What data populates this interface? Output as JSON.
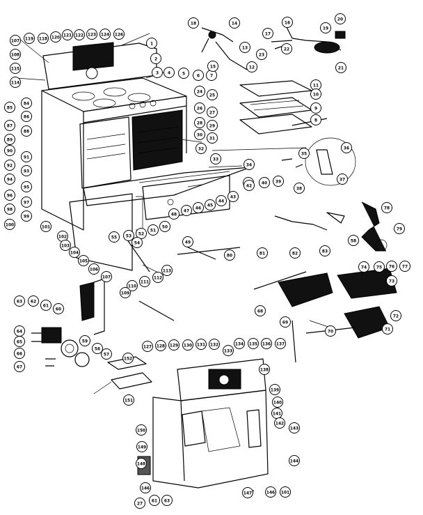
{
  "callouts": [
    {
      "id": "a01",
      "label": "107"
    },
    {
      "id": "a02",
      "label": "119"
    },
    {
      "id": "a03",
      "label": "118"
    },
    {
      "id": "a04",
      "label": "120"
    },
    {
      "id": "a05",
      "label": "121"
    },
    {
      "id": "a06",
      "label": "122"
    },
    {
      "id": "a07",
      "label": "123"
    },
    {
      "id": "a08",
      "label": "124"
    },
    {
      "id": "a09",
      "label": "126"
    },
    {
      "id": "a10",
      "label": "108"
    },
    {
      "id": "a11",
      "label": "1"
    },
    {
      "id": "a12",
      "label": "2"
    },
    {
      "id": "a13",
      "label": "115"
    },
    {
      "id": "a14",
      "label": "3"
    },
    {
      "id": "a15",
      "label": "114"
    },
    {
      "id": "a16",
      "label": "4"
    },
    {
      "id": "a17",
      "label": "5"
    },
    {
      "id": "a18",
      "label": "6"
    },
    {
      "id": "a19",
      "label": "7"
    },
    {
      "id": "a20",
      "label": "24"
    },
    {
      "id": "a21",
      "label": "25"
    },
    {
      "id": "a22",
      "label": "26"
    },
    {
      "id": "a23",
      "label": "27"
    },
    {
      "id": "a24",
      "label": "28"
    },
    {
      "id": "a25",
      "label": "29"
    },
    {
      "id": "a26",
      "label": "30"
    },
    {
      "id": "a27",
      "label": "31"
    },
    {
      "id": "a28",
      "label": "32"
    },
    {
      "id": "a29",
      "label": "85"
    },
    {
      "id": "a30",
      "label": "84"
    },
    {
      "id": "a31",
      "label": "86"
    },
    {
      "id": "a32",
      "label": "87"
    },
    {
      "id": "a33",
      "label": "88"
    },
    {
      "id": "a34",
      "label": "89"
    },
    {
      "id": "a35",
      "label": "90"
    },
    {
      "id": "a36",
      "label": "91"
    },
    {
      "id": "a37",
      "label": "92"
    },
    {
      "id": "a38",
      "label": "93"
    },
    {
      "id": "a39",
      "label": "94"
    },
    {
      "id": "a40",
      "label": "95"
    },
    {
      "id": "a41",
      "label": "96"
    },
    {
      "id": "a42",
      "label": "97"
    },
    {
      "id": "a43",
      "label": "98"
    },
    {
      "id": "a44",
      "label": "99"
    },
    {
      "id": "a45",
      "label": "100"
    },
    {
      "id": "a46",
      "label": "101"
    },
    {
      "id": "a47",
      "label": "102"
    },
    {
      "id": "a48",
      "label": "103"
    },
    {
      "id": "a49",
      "label": "104"
    },
    {
      "id": "a50",
      "label": "105"
    },
    {
      "id": "a51",
      "label": "106"
    },
    {
      "id": "a52",
      "label": "107"
    },
    {
      "id": "a53",
      "label": "110"
    },
    {
      "id": "a54",
      "label": "111"
    },
    {
      "id": "a55",
      "label": "112"
    },
    {
      "id": "a56",
      "label": "113"
    },
    {
      "id": "a57",
      "label": "109"
    },
    {
      "id": "a58",
      "label": "33"
    },
    {
      "id": "a59",
      "label": "34"
    },
    {
      "id": "a60",
      "label": "41"
    },
    {
      "id": "a61",
      "label": "40"
    },
    {
      "id": "a62",
      "label": "39"
    },
    {
      "id": "a63",
      "label": "38"
    },
    {
      "id": "a64",
      "label": "42"
    },
    {
      "id": "a65",
      "label": "43"
    },
    {
      "id": "a66",
      "label": "44"
    },
    {
      "id": "a67",
      "label": "45"
    },
    {
      "id": "a68",
      "label": "46"
    },
    {
      "id": "a69",
      "label": "47"
    },
    {
      "id": "a70",
      "label": "48"
    },
    {
      "id": "a71",
      "label": "50"
    },
    {
      "id": "a72",
      "label": "51"
    },
    {
      "id": "a73",
      "label": "52"
    },
    {
      "id": "a74",
      "label": "53"
    },
    {
      "id": "a75",
      "label": "54"
    },
    {
      "id": "a76",
      "label": "55"
    },
    {
      "id": "a77",
      "label": "49"
    },
    {
      "id": "a78",
      "label": "80"
    },
    {
      "id": "a79",
      "label": "35"
    },
    {
      "id": "a80",
      "label": "36"
    },
    {
      "id": "a81",
      "label": "37"
    },
    {
      "id": "a82",
      "label": "18"
    },
    {
      "id": "a83",
      "label": "14"
    },
    {
      "id": "a84",
      "label": "15"
    },
    {
      "id": "a85",
      "label": "13"
    },
    {
      "id": "a86",
      "label": "12"
    },
    {
      "id": "a87",
      "label": "16"
    },
    {
      "id": "a88",
      "label": "20"
    },
    {
      "id": "a89",
      "label": "17"
    },
    {
      "id": "a90",
      "label": "19"
    },
    {
      "id": "a91",
      "label": "23"
    },
    {
      "id": "a92",
      "label": "22"
    },
    {
      "id": "a93",
      "label": "21"
    },
    {
      "id": "a94",
      "label": "11"
    },
    {
      "id": "a95",
      "label": "10"
    },
    {
      "id": "a96",
      "label": "9"
    },
    {
      "id": "a97",
      "label": "8"
    },
    {
      "id": "a98",
      "label": "81"
    },
    {
      "id": "a99",
      "label": "82"
    },
    {
      "id": "b01",
      "label": "83"
    },
    {
      "id": "b02",
      "label": "58"
    },
    {
      "id": "b03",
      "label": "78"
    },
    {
      "id": "b04",
      "label": "79"
    },
    {
      "id": "b05",
      "label": "75"
    },
    {
      "id": "b06",
      "label": "76"
    },
    {
      "id": "b07",
      "label": "77"
    },
    {
      "id": "b08",
      "label": "74"
    },
    {
      "id": "b09",
      "label": "73"
    },
    {
      "id": "b10",
      "label": "68"
    },
    {
      "id": "b11",
      "label": "69"
    },
    {
      "id": "b12",
      "label": "70"
    },
    {
      "id": "b13",
      "label": "71"
    },
    {
      "id": "b14",
      "label": "72"
    },
    {
      "id": "b15",
      "label": "63"
    },
    {
      "id": "b16",
      "label": "62"
    },
    {
      "id": "b17",
      "label": "61"
    },
    {
      "id": "b18",
      "label": "60"
    },
    {
      "id": "b19",
      "label": "64"
    },
    {
      "id": "b20",
      "label": "65"
    },
    {
      "id": "b21",
      "label": "66"
    },
    {
      "id": "b22",
      "label": "67"
    },
    {
      "id": "b23",
      "label": "59"
    },
    {
      "id": "b24",
      "label": "56"
    },
    {
      "id": "b25",
      "label": "57"
    },
    {
      "id": "b26",
      "label": "152"
    },
    {
      "id": "b27",
      "label": "151"
    },
    {
      "id": "b28",
      "label": "127"
    },
    {
      "id": "b29",
      "label": "128"
    },
    {
      "id": "b30",
      "label": "129"
    },
    {
      "id": "b31",
      "label": "130"
    },
    {
      "id": "b32",
      "label": "131"
    },
    {
      "id": "b33",
      "label": "132"
    },
    {
      "id": "b34",
      "label": "133"
    },
    {
      "id": "b35",
      "label": "134"
    },
    {
      "id": "b36",
      "label": "135"
    },
    {
      "id": "b37",
      "label": "136"
    },
    {
      "id": "b38",
      "label": "137"
    },
    {
      "id": "b39",
      "label": "138"
    },
    {
      "id": "b40",
      "label": "139"
    },
    {
      "id": "b41",
      "label": "140"
    },
    {
      "id": "b42",
      "label": "141"
    },
    {
      "id": "b43",
      "label": "142"
    },
    {
      "id": "b44",
      "label": "143"
    },
    {
      "id": "b45",
      "label": "144"
    },
    {
      "id": "b46",
      "label": "150"
    },
    {
      "id": "b47",
      "label": "149"
    },
    {
      "id": "b48",
      "label": "148"
    },
    {
      "id": "b49",
      "label": "146"
    },
    {
      "id": "b50",
      "label": "27"
    },
    {
      "id": "b51",
      "label": "61"
    },
    {
      "id": "b52",
      "label": "63"
    },
    {
      "id": "b53",
      "label": "147"
    },
    {
      "id": "b54",
      "label": "146"
    },
    {
      "id": "b55",
      "label": "101"
    }
  ]
}
